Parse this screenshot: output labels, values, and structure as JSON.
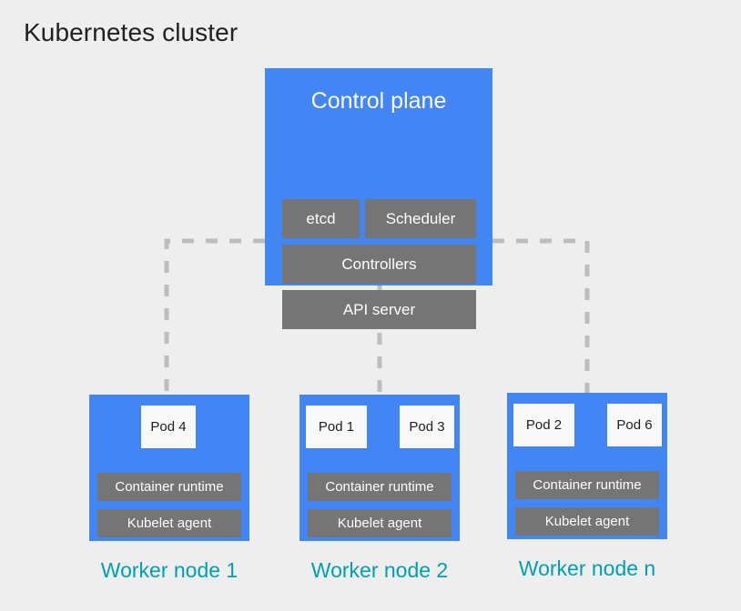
{
  "title": "Kubernetes cluster",
  "colors": {
    "background": "#eeeeee",
    "node_blue": "#4285f4",
    "component_gray": "#757575",
    "pod_white": "#f8f8f8",
    "label_teal": "#00a0b0",
    "connector_gray": "#bdbdbd",
    "title_text": "#202124"
  },
  "control_plane": {
    "title": "Control plane",
    "components": [
      {
        "label": "etcd"
      },
      {
        "label": "Scheduler"
      },
      {
        "label": "Controllers"
      },
      {
        "label": "API server"
      }
    ]
  },
  "worker_nodes": [
    {
      "label": "Worker node 1",
      "pods": [
        {
          "label": "Pod 4"
        }
      ],
      "runtime": "Container runtime",
      "kubelet": "Kubelet agent"
    },
    {
      "label": "Worker node 2",
      "pods": [
        {
          "label": "Pod 1"
        },
        {
          "label": "Pod 3"
        }
      ],
      "runtime": "Container runtime",
      "kubelet": "Kubelet agent"
    },
    {
      "label": "Worker node n",
      "pods": [
        {
          "label": "Pod 2"
        },
        {
          "label": "Pod 6"
        }
      ],
      "runtime": "Container runtime",
      "kubelet": "Kubelet agent"
    }
  ],
  "connectors": [
    {
      "name": "api-server-to-worker-1",
      "style": "dashed"
    },
    {
      "name": "api-server-to-worker-2",
      "style": "dashed"
    },
    {
      "name": "api-server-to-worker-n",
      "style": "dashed"
    }
  ]
}
